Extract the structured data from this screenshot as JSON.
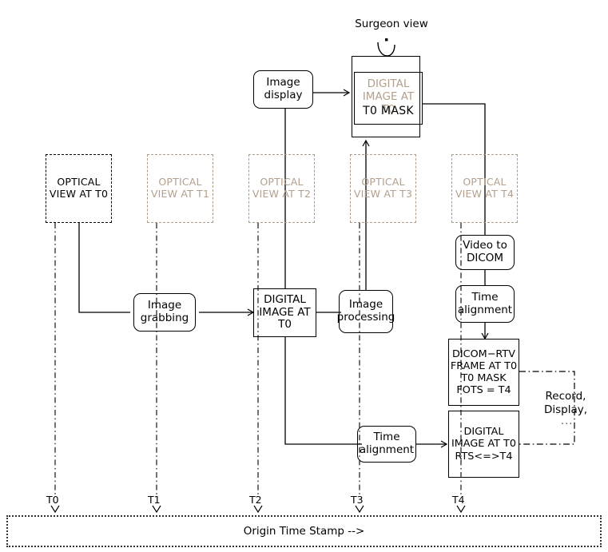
{
  "diagram": {
    "title_caption": "Surgeon view",
    "timeline_label": "Origin Time Stamp -->",
    "record_note": "Record,\nDisplay,",
    "record_ellipsis": "...",
    "ghost_color": "#b3a08c",
    "line_color": "#000000"
  },
  "optical_views": [
    {
      "id": "t0",
      "label": "OPTICAL\nVIEW AT T0",
      "ghost": false
    },
    {
      "id": "t1",
      "label": "OPTICAL\nVIEW AT T1",
      "ghost": true
    },
    {
      "id": "t2",
      "label": "OPTICAL\nVIEW AT T2",
      "ghost": true
    },
    {
      "id": "t3",
      "label": "OPTICAL\nVIEW AT T3",
      "ghost": true
    },
    {
      "id": "t4",
      "label": "OPTICAL\nVIEW AT T4",
      "ghost": true
    }
  ],
  "nodes": {
    "image_display": "Image\ndisplay",
    "image_grabbing": "Image\ngrabbing",
    "digital_image_t0": "DIGITAL\nIMAGE AT T0",
    "image_processing": "Image\nprocessing",
    "video_to_dicom": "Video to\nDICOM",
    "time_alignment_right": "Time\nalignment",
    "time_alignment_bottom": "Time\nalignment",
    "dicom_rtv": "DICOM−RTV\nFRAME AT T0\nT0 MASK\nFOTS = T4",
    "digital_image_rts": "DIGITAL\nIMAGE AT T0\nRTS<=>T4",
    "mask_ghost": "DIGITAL\nIMAGE AT T0",
    "mask_label": "T0 MASK"
  },
  "time_ticks": [
    {
      "label": "T0"
    },
    {
      "label": "T1"
    },
    {
      "label": "T2"
    },
    {
      "label": "T3"
    },
    {
      "label": "T4"
    }
  ]
}
